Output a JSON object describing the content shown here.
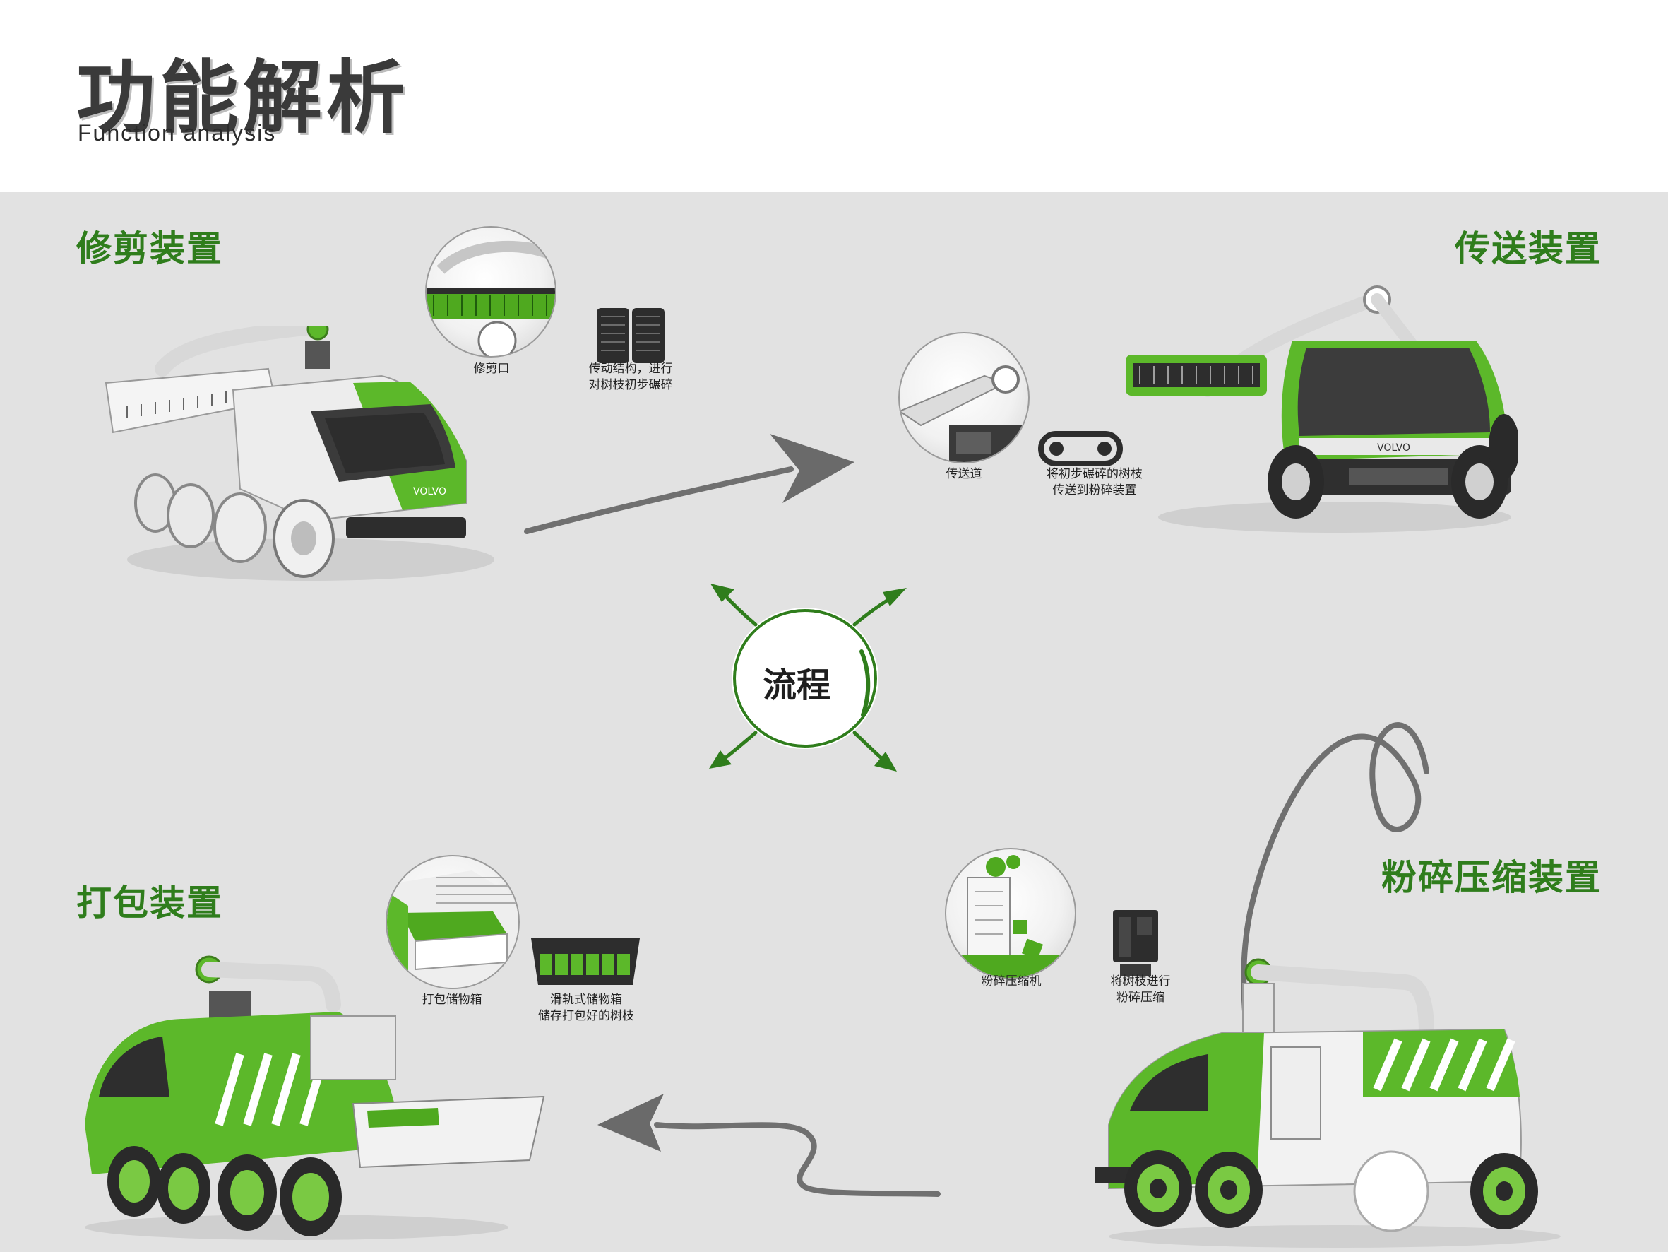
{
  "header": {
    "title_cn": "功能解析",
    "title_en": "Function analysis"
  },
  "center": {
    "label": "流程"
  },
  "sections": {
    "trim": {
      "title": "修剪装置",
      "captions": [
        "修剪口",
        "传动结构，进行\n对树枝初步碾碎"
      ]
    },
    "transfer": {
      "title": "传送装置",
      "captions": [
        "传送道",
        "将初步碾碎的树枝\n传送到粉碎装置"
      ]
    },
    "crush": {
      "title": "粉碎压缩装置",
      "captions": [
        "粉碎压缩机",
        "将树枝进行\n粉碎压缩"
      ]
    },
    "bale": {
      "title": "打包装置",
      "captions": [
        "打包储物箱",
        "滑轨式储物箱\n储存打包好的树枝"
      ]
    }
  },
  "vehicle_brand": "VOLVO",
  "colors": {
    "accent_green": "#2f7d1c",
    "vehicle_green": "#5cb82a",
    "panel_bg": "#e2e2e2",
    "arrow_gray": "#707070"
  }
}
